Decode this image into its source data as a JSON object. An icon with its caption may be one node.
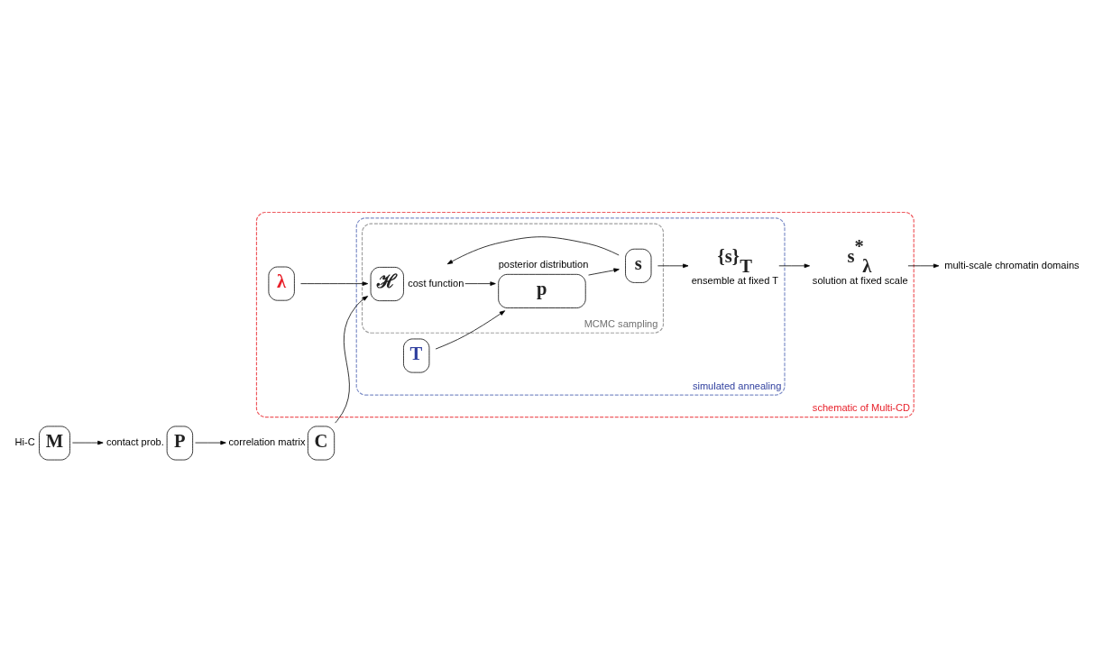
{
  "diagram": {
    "nodes": [
      {
        "text": [
          "schematic of Multi-CD"
        ]
      },
      {
        "text": [
          "simulated annealing"
        ],
        "in": 0
      },
      {
        "text": [
          "MCMC sampling"
        ],
        "in": 1
      },
      {
        "text": [
          "M"
        ],
        "beside": [
          "Hi-C"
        ]
      },
      {
        "text": [
          "P"
        ],
        "beside": [
          "contact prob."
        ]
      },
      {
        "text": [
          "C"
        ],
        "beside": [
          "correlation matrix"
        ]
      },
      {
        "text": [
          "λ"
        ],
        "in": 0
      },
      {
        "text": [
          "ℋ"
        ],
        "in": 2,
        "beside": [
          "cost function"
        ]
      },
      {
        "text": [
          "s"
        ],
        "in": 2
      },
      {
        "text": [
          "T"
        ],
        "in": 1
      },
      {
        "text": [
          "p"
        ],
        "in": 2,
        "beside": [
          "posterior distribution"
        ]
      },
      {
        "text": [
          "{s}$_{T}$"
        ],
        "in": 1,
        "beside": [
          "ensemble at fixed T"
        ]
      },
      {
        "text": [
          "s$^{*}$$_{λ}$"
        ],
        "in": 0,
        "beside": [
          "solution at fixed scale"
        ]
      },
      {
        "text": [
          "multi-scale chromatin domains"
        ]
      }
    ],
    "edges": [
      {
        "from": 3,
        "to": 4,
        "arrow": "to"
      },
      {
        "from": 4,
        "to": 5,
        "arrow": "to"
      },
      {
        "from": 5,
        "to": 7,
        "arrow": "to"
      },
      {
        "from": 6,
        "to": 7,
        "arrow": "to"
      },
      {
        "from": 8,
        "to": 7,
        "arrow": "to"
      },
      {
        "from": 7,
        "to": 10,
        "arrow": "to"
      },
      {
        "from": 10,
        "to": 8,
        "arrow": "to"
      },
      {
        "from": 9,
        "to": 10,
        "arrow": "to"
      },
      {
        "from": 8,
        "to": 11,
        "arrow": "to"
      },
      {
        "from": 11,
        "to": 12,
        "arrow": "to"
      },
      {
        "from": 12,
        "to": 13,
        "arrow": "to"
      }
    ]
  }
}
